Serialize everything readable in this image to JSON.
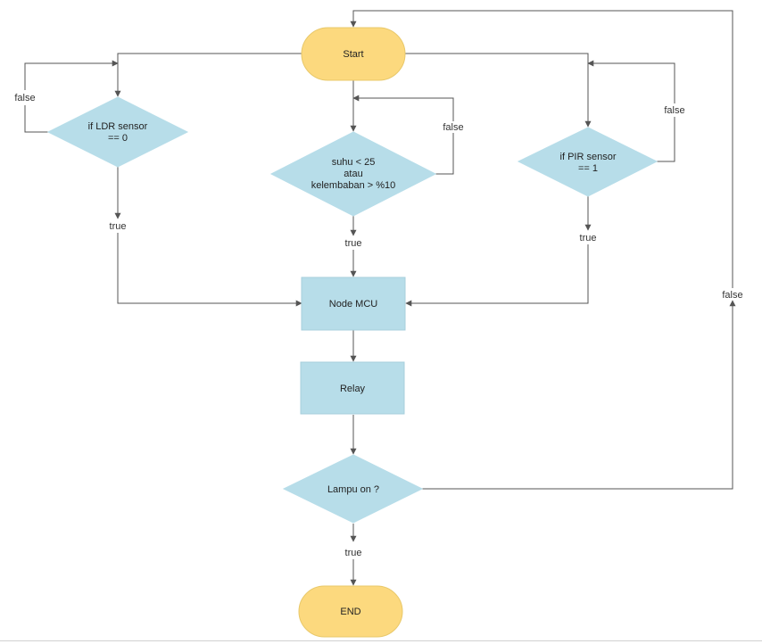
{
  "colors": {
    "terminal_fill": "#fcd97e",
    "process_fill": "#b7dde9",
    "line": "#555555",
    "text": "#222222"
  },
  "nodes": {
    "start": "Start",
    "ldr": [
      "if LDR sensor",
      "== 0"
    ],
    "suhu": [
      "suhu < 25",
      "atau",
      "kelembaban > %10"
    ],
    "pir": [
      "if PIR sensor",
      "== 1"
    ],
    "nodemcu": "Node MCU",
    "relay": "Relay",
    "lampu": "Lampu on ?",
    "end": "END"
  },
  "edge_labels": {
    "ldr_false": "false",
    "ldr_true": "true",
    "suhu_false": "false",
    "suhu_true": "true",
    "pir_false": "false",
    "pir_true": "true",
    "lampu_false": "false",
    "lampu_true": "true"
  }
}
